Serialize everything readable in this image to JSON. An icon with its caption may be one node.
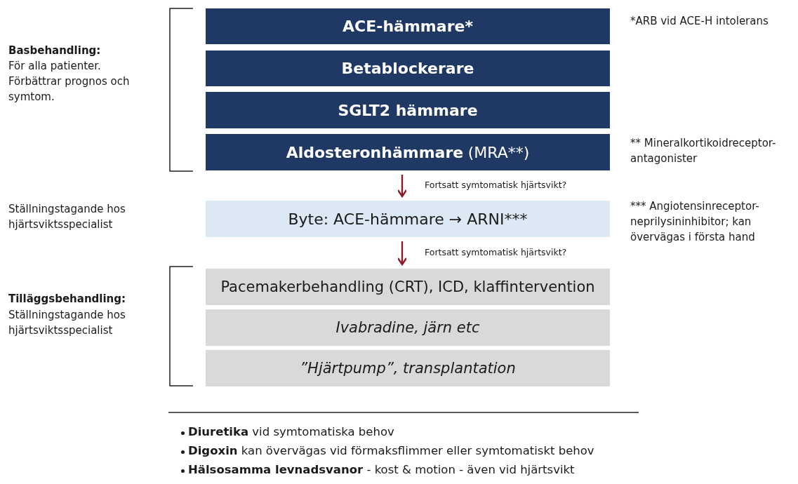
{
  "diagram": {
    "nodes": [
      {
        "text": [
          "ACE-hämmare*"
        ]
      },
      {
        "text": [
          "Betablockerare"
        ]
      },
      {
        "text": [
          "SGLT2 hämmare"
        ]
      },
      {
        "text": [
          "Aldosteronhämmare",
          "(MRA**)"
        ]
      },
      {
        "text": [
          "Byte: ACE-hämmare → ARNI***"
        ]
      },
      {
        "text": [
          "Pacemakerbehandling (CRT), ICD, klaffintervention"
        ]
      },
      {
        "text": [
          "Ivabradine, järn etc"
        ]
      },
      {
        "text": [
          "”Hjärtpump”, transplantation"
        ]
      }
    ],
    "edges": [
      {
        "from": 3,
        "to": 4,
        "arrow": "to",
        "label": "Fortsatt symtomatisk hjärtsvikt?"
      },
      {
        "from": 4,
        "to": 5,
        "arrow": "to",
        "label": "Fortsatt symtomatisk hjärtsvikt?"
      }
    ],
    "labels": [
      "*ARB vid ACE-H intolerans",
      "Basbehandling:",
      "För alla patienter. Förbättrar prognos och symtom.",
      "** Mineralkortikoidreceptor-antagonister",
      "Ställningstagande hos hjärtsviktsspecialist",
      "*** Angiotensinreceptor-neprilysininhibitor; kan övervägas i första hand",
      "Tilläggsbehandling:",
      "Ställningstagande hos hjärtsviktsspecialist",
      "**Diuretika** vid symtomatiska behov",
      "**Digoxin** kan övervägas vid förmaksflimmer eller symtomatiskt behov",
      "**Hälsosamma levnadsvanor** - kost & motion - även vid hjärtsvikt"
    ]
  }
}
